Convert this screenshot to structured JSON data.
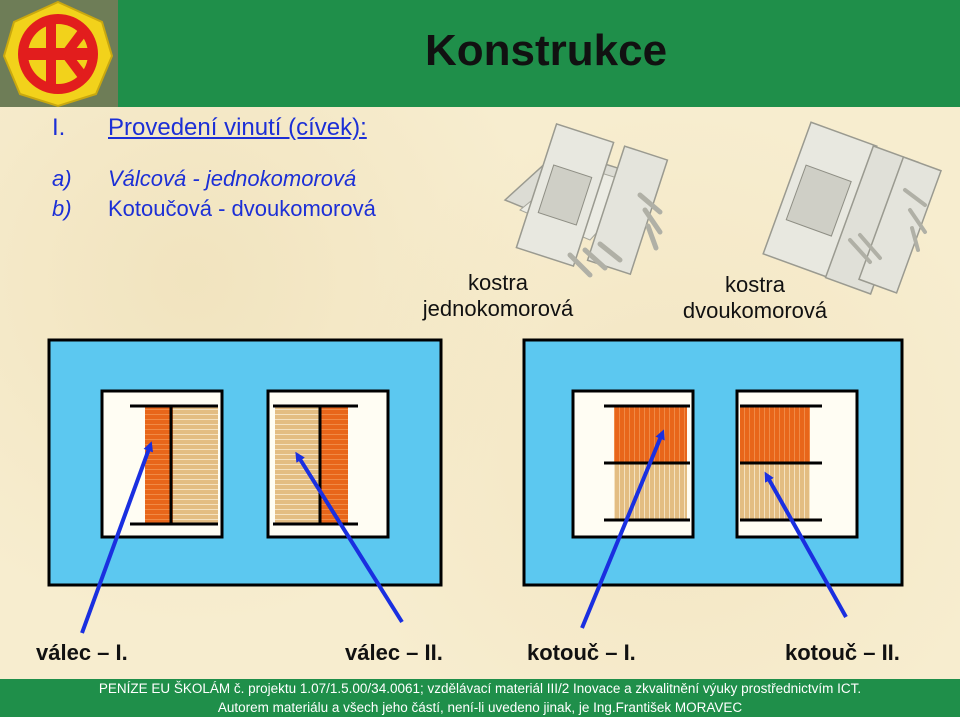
{
  "header": {
    "title": "Konstrukce"
  },
  "section": {
    "number": "I.",
    "title": "Provedení vinutí (cívek):"
  },
  "items": [
    {
      "label": "a)",
      "text": "Válcová - jednokomorová"
    },
    {
      "label": "b)",
      "text": "Kotoučová - dvoukomorová"
    }
  ],
  "photos": [
    {
      "caption_line1": "kostra",
      "caption_line2": "jednokomorová"
    },
    {
      "caption_line1": "kostra",
      "caption_line2": "dvoukomorová"
    }
  ],
  "bottom_labels": [
    "válec – I.",
    "válec – II.",
    "kotouč – I.",
    "kotouč – II."
  ],
  "footer": {
    "line1": "PENÍZE EU ŠKOLÁM č. projektu 1.07/1.5.00/34.0061; vzdělávací materiál III/2 Inovace a zkvalitnění výuky prostřednictvím ICT.",
    "line2": "Autorem materiálu a všech jeho částí, není-li uvedeno jinak, je Ing.František MORAVEC"
  },
  "colors": {
    "header_green": "#1f8f4a",
    "core_blue": "#5cc8f0",
    "winding_orange": "#e8661a",
    "winding_tan": "#e3bd82",
    "arrow_blue": "#1a2fe0",
    "text_blue": "#1c2fd6"
  },
  "icons": [
    "school-logo-icon"
  ]
}
